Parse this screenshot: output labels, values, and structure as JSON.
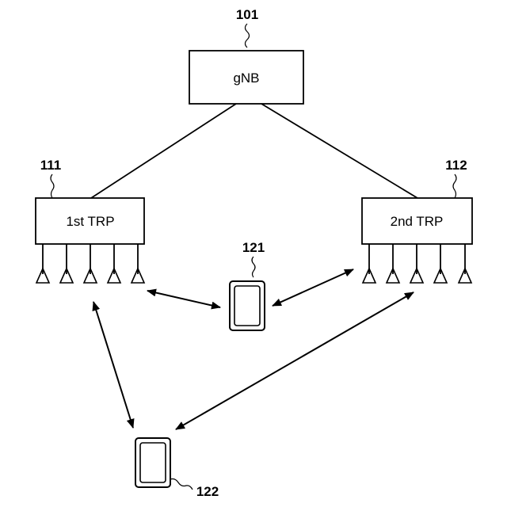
{
  "nodes": {
    "gnb": {
      "label": "gNB",
      "ref": "101"
    },
    "trp1": {
      "label": "1st TRP",
      "ref": "111"
    },
    "trp2": {
      "label": "2nd TRP",
      "ref": "112"
    },
    "ue1": {
      "ref": "121"
    },
    "ue2": {
      "ref": "122"
    }
  },
  "colors": {
    "stroke": "#000000",
    "background": "#ffffff"
  }
}
